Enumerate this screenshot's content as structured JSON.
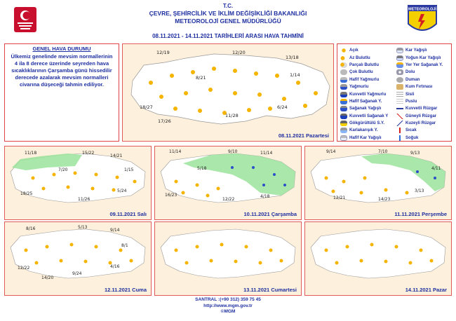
{
  "header": {
    "line1": "T.C.",
    "line2": "ÇEVRE, ŞEHİRCİLİK VE İKLİM DEĞİŞİKLİĞİ BAKANLIĞI",
    "line3": "METEOROLOJİ GENEL MÜDÜRLÜĞÜ",
    "line4": "08.11.2021 - 14.11.2021 TARİHLERİ ARASI HAVA TAHMİNİ",
    "right_logo_text": "METEOROLOJİ"
  },
  "info": {
    "title": "GENEL HAVA DURUMU",
    "text": "Ülkemiz genelinde mevsim normallerinin 4 ila 8 derece üzerinde seyreden hava sıcaklıklarının Çarşamba günü hissedilir derecede azalarak mevsim normalleri civarına düşeceği tahmin ediliyor."
  },
  "main_map": {
    "label": "08.11.2021 Pazartesi",
    "temps": [
      "12/19",
      "12/20",
      "13/18",
      "8/21",
      "1/14",
      "18/27",
      "11/28",
      "6/24",
      "17/26"
    ]
  },
  "small_maps": [
    {
      "label": "09.11.2021 Salı",
      "temps": [
        "11/18",
        "15/22",
        "14/21",
        "7/20",
        "1/15",
        "18/25",
        "11/26",
        "5/24"
      ]
    },
    {
      "label": "10.11.2021 Çarşamba",
      "temps": [
        "11/14",
        "9/10",
        "11/14",
        "5/18",
        "16/23",
        "12/22",
        "4/18"
      ]
    },
    {
      "label": "11.11.2021 Perşembe",
      "temps": [
        "9/14",
        "7/10",
        "9/13",
        "4/11",
        "3/13",
        "12/21",
        "14/23"
      ]
    },
    {
      "label": "12.11.2021 Cuma",
      "temps": [
        "8/16",
        "5/13",
        "9/14",
        "8/1",
        "12/22",
        "14/20",
        "4/16",
        "9/24"
      ]
    },
    {
      "label": "13.11.2021 Cumartesi",
      "temps": []
    },
    {
      "label": "14.11.2021 Pazar",
      "temps": []
    }
  ],
  "legend": {
    "col1": [
      "Açık",
      "Az Bulutlu",
      "Parçalı Bulutlu",
      "Çok Bulutlu",
      "Hafif Yağmurlu",
      "Yağmurlu",
      "Kuvvetli Yağmurlu",
      "Hafif Sağanak Y.",
      "Sağanak Yağışlı",
      "Kuvvetli Sağanak Y",
      "Gökgürültülü S.Y.",
      "Karlakarışık Y.",
      "Hafif Kar Yağışlı"
    ],
    "col2": [
      "Kar Yağışlı",
      "Yoğun Kar Yağışlı",
      "Yer Yer Sağanak Y.",
      "Dolu",
      "Duman",
      "Kum Fırtınası",
      "Sisli",
      "Puslu",
      "Kuvvetli Rüzgar",
      "Güneyli Rüzgar",
      "Kuzeyli Rüzgar",
      "Sıcak",
      "Soğuk"
    ]
  },
  "footer": {
    "line1": "SANTRAL :(+90 312) 359 75 45",
    "line2": "http://www.mgm.gov.tr",
    "line3": "©MGM"
  }
}
